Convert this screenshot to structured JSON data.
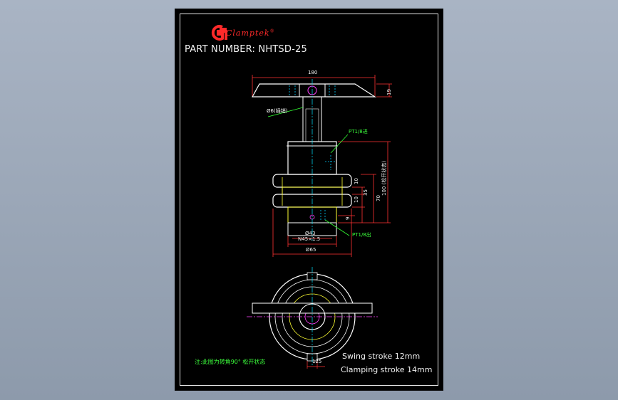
{
  "brand": {
    "name": "Clamptek",
    "registered_mark": "®",
    "logo_color": "#ff2a2a"
  },
  "part_number_text": "PART NUMBER: NHTSD-25",
  "dimensions": {
    "top_width": "180",
    "handle_height": "19",
    "pin_note": "Ø6(插销)",
    "port_top": "PT1/8进",
    "stroke_total": "100 (松开状态)",
    "height_70": "70",
    "height_35": "35",
    "height_10a": "10",
    "height_10b": "10",
    "height_9": "9",
    "dia_43": "Ø43",
    "thread": "N45×1.5",
    "port_bottom": "PT1/8出",
    "dia_65": "Ø65",
    "dim_25": "125"
  },
  "note_text": "注:此图为转角90° 松开状态",
  "strokes": {
    "swing": "Swing stroke 12mm",
    "clamping": "Clamping stroke 14mm"
  },
  "colors": {
    "outline": "#ffffff",
    "yellow": "#ffff33",
    "dimension": "#ff3333",
    "centerline": "#00e5ff",
    "hidden": "#00d0ff",
    "leader": "#33ff33",
    "magenta": "#ff44ff",
    "sheet_background": "#000000",
    "canvas_background": "#9aa6b6"
  }
}
